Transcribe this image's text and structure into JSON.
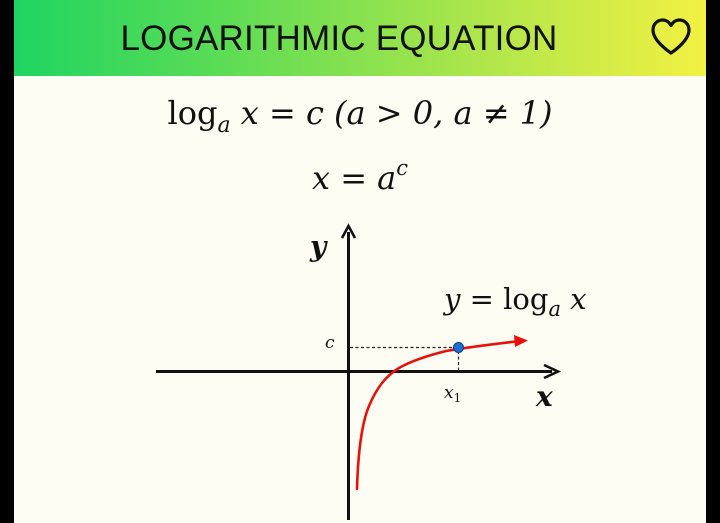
{
  "header": {
    "title": "LOGARITHMIC EQUATION",
    "favorite_icon": "heart-outline-icon",
    "gradient_colors": [
      "#1fd462",
      "#f3f143"
    ]
  },
  "formulas": {
    "definition": {
      "log": "log",
      "base": "a",
      "rest": " x = c (a > 0, a ≠ 1)"
    },
    "solution": {
      "lhs": "x = a",
      "exponent": "c"
    }
  },
  "graph": {
    "y_axis_label": "y",
    "x_axis_label": "x",
    "curve_label": {
      "prefix": "y = ",
      "func": "log",
      "base": "a",
      "arg": " x"
    },
    "c_label": "c",
    "x1_label": "x",
    "x1_subscript": "1",
    "curve_color": "#e8100a",
    "point_color": "#1f6fd1"
  }
}
